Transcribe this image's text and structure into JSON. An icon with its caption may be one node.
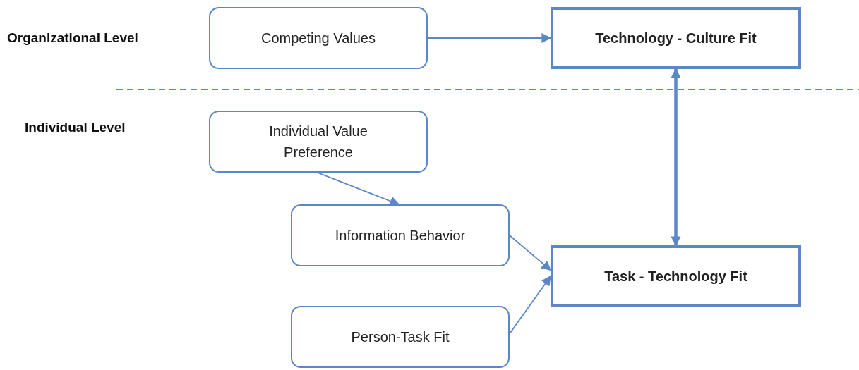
{
  "diagram": {
    "nodes": [
      {
        "text": [
          "Competing Values"
        ]
      },
      {
        "text": [
          "Technology - Culture Fit"
        ]
      },
      {
        "text": [
          "Individual Value Preference"
        ]
      },
      {
        "text": [
          "Information Behavior"
        ]
      },
      {
        "text": [
          "Person-Task Fit"
        ]
      },
      {
        "text": [
          "Task - Technology Fit"
        ]
      }
    ],
    "edges": [
      {
        "from": 0,
        "to": 1,
        "arrow": "to"
      },
      {
        "from": 1,
        "to": 5,
        "arrow": "both",
        "style": "thick"
      },
      {
        "from": 2,
        "to": 3,
        "arrow": "to"
      },
      {
        "from": 3,
        "to": 5,
        "arrow": "to"
      },
      {
        "from": 4,
        "to": 5,
        "arrow": "to"
      }
    ],
    "labels": [
      "Organizational Level",
      "Individual Level"
    ]
  }
}
